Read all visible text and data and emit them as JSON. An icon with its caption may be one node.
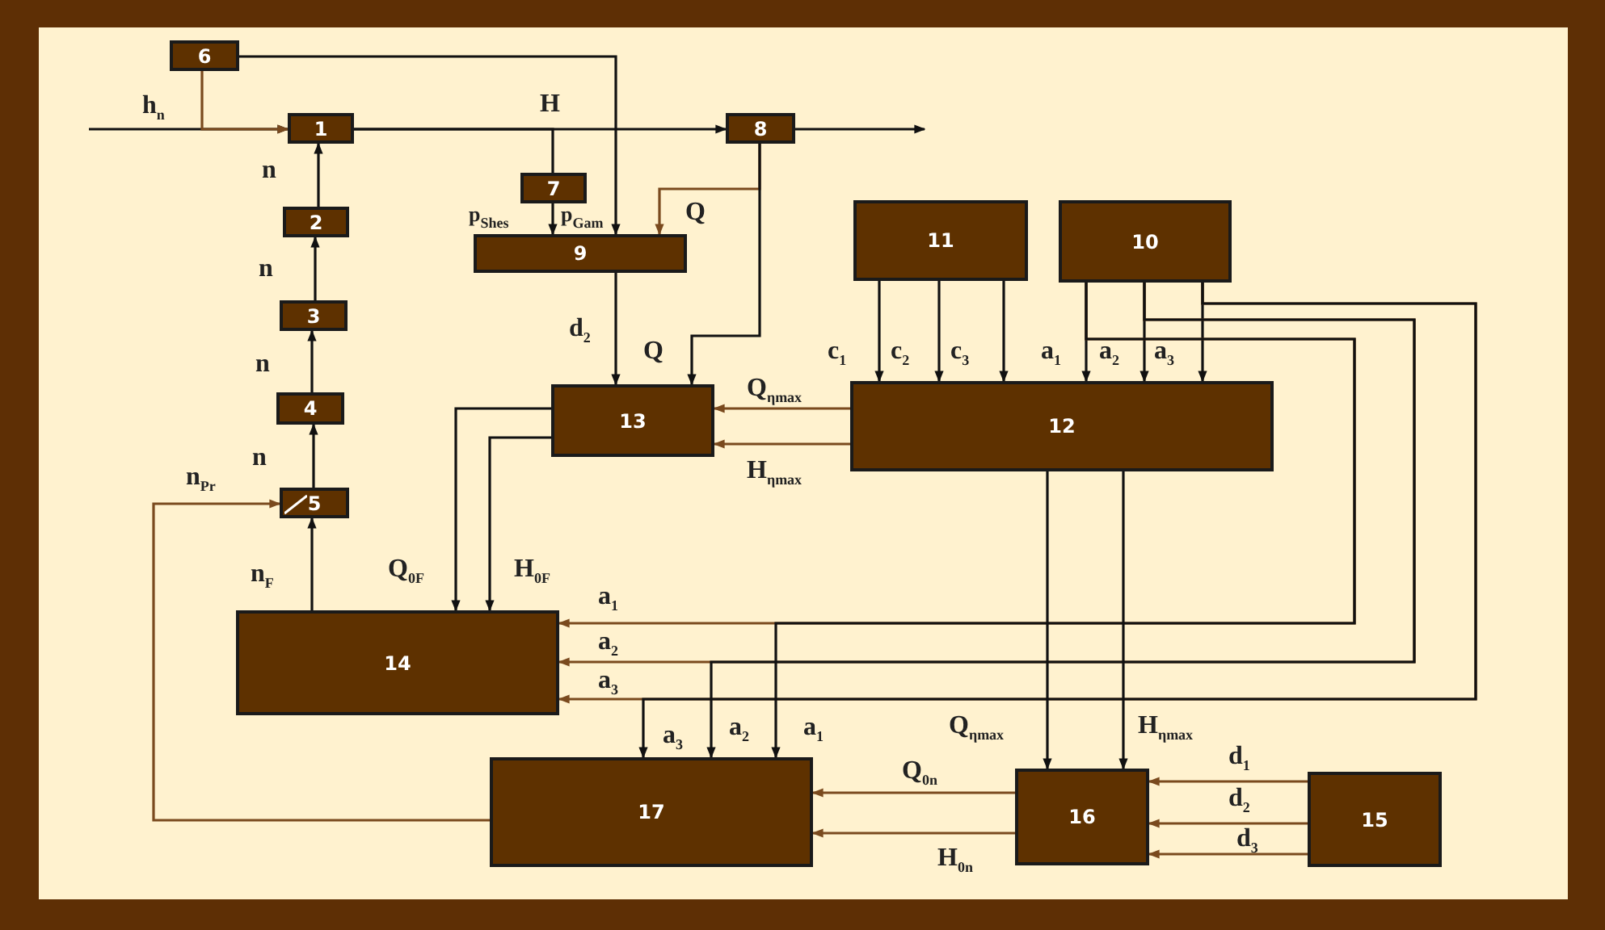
{
  "diagram": {
    "nodes": [
      {
        "text": [
          "6"
        ]
      },
      {
        "text": [
          "1"
        ]
      },
      {
        "text": [
          "8"
        ]
      },
      {
        "text": [
          "7"
        ]
      },
      {
        "text": [
          "9"
        ]
      },
      {
        "text": [
          "2"
        ]
      },
      {
        "text": [
          "11"
        ]
      },
      {
        "text": [
          "10"
        ]
      },
      {
        "text": [
          "3"
        ]
      },
      {
        "text": [
          "13"
        ]
      },
      {
        "text": [
          "12"
        ]
      },
      {
        "text": [
          "4"
        ]
      },
      {
        "text": [
          "5"
        ]
      },
      {
        "text": [
          "14"
        ]
      },
      {
        "text": [
          "17"
        ]
      },
      {
        "text": [
          "16"
        ]
      },
      {
        "text": [
          "15"
        ]
      }
    ],
    "edges": [
      {
        "from": null,
        "to": 1,
        "arrow": "to",
        "label": "h$_{n}$"
      },
      {
        "from": 0,
        "to": 4,
        "arrow": "to"
      },
      {
        "from": 1,
        "to": 2,
        "arrow": "to",
        "label": "H"
      },
      {
        "from": 0,
        "to": 1,
        "arrow": "to",
        "color": "#7a4a1e"
      },
      {
        "from": 1,
        "to": 3,
        "arrow": "none"
      },
      {
        "from": 2,
        "to": null,
        "arrow": "to"
      },
      {
        "from": 3,
        "to": 4,
        "arrow": "to"
      },
      {
        "from": 2,
        "to": 4,
        "arrow": "to",
        "label": "Q",
        "color": "#7a4a1e"
      },
      {
        "from": 2,
        "to": 9,
        "arrow": "to",
        "label": "Q"
      },
      {
        "from": 4,
        "to": 9,
        "arrow": "to",
        "label": "d$_{2}$"
      },
      {
        "from": 6,
        "to": 10,
        "arrow": "to",
        "label": "c$_{1}$"
      },
      {
        "from": 6,
        "to": 10,
        "arrow": "to",
        "label": "c$_{2}$"
      },
      {
        "from": 6,
        "to": 10,
        "arrow": "to",
        "label": "c$_{3}$"
      },
      {
        "from": 7,
        "to": 10,
        "arrow": "to",
        "label": "a$_{1}$"
      },
      {
        "from": 7,
        "to": 10,
        "arrow": "to",
        "label": "a$_{2}$"
      },
      {
        "from": 7,
        "to": 10,
        "arrow": "to",
        "label": "a$_{3}$"
      },
      {
        "from": 10,
        "to": 9,
        "arrow": "to",
        "label": "Q$_{ηmax}$",
        "color": "#7a4a1e"
      },
      {
        "from": 10,
        "to": 9,
        "arrow": "to",
        "label": "H$_{ηmax}$",
        "color": "#7a4a1e"
      },
      {
        "from": 9,
        "to": 13,
        "arrow": "to",
        "label": "Q$_{0F}$"
      },
      {
        "from": 9,
        "to": 13,
        "arrow": "to",
        "label": "H$_{0F}$"
      },
      {
        "from": 7,
        "to": 13,
        "arrow": "to",
        "label": "a$_{1}$",
        "color": "#7a4a1e"
      },
      {
        "from": 7,
        "to": 13,
        "arrow": "to",
        "label": "a$_{2}$",
        "color": "#7a4a1e"
      },
      {
        "from": 7,
        "to": 13,
        "arrow": "to",
        "label": "a$_{3}$",
        "color": "#7a4a1e"
      },
      {
        "from": 7,
        "to": 14,
        "arrow": "to",
        "label": "a$_{3}$"
      },
      {
        "from": 7,
        "to": 14,
        "arrow": "to",
        "label": "a$_{2}$"
      },
      {
        "from": 7,
        "to": 14,
        "arrow": "to",
        "label": "a$_{1}$"
      },
      {
        "from": 10,
        "to": 15,
        "arrow": "to",
        "label": "Q$_{ηmax}$"
      },
      {
        "from": 10,
        "to": 15,
        "arrow": "to",
        "label": "H$_{ηmax}$"
      },
      {
        "from": 15,
        "to": 14,
        "arrow": "to",
        "label": "Q$_{0n}$",
        "color": "#7a4a1e"
      },
      {
        "from": 15,
        "to": 14,
        "arrow": "to",
        "label": "H$_{0n}$",
        "color": "#7a4a1e"
      },
      {
        "from": 16,
        "to": 15,
        "arrow": "to",
        "label": "d$_{1}$",
        "color": "#7a4a1e"
      },
      {
        "from": 16,
        "to": 15,
        "arrow": "to",
        "label": "d$_{2}$",
        "color": "#7a4a1e"
      },
      {
        "from": 16,
        "to": 15,
        "arrow": "to",
        "label": "d$_{3}$",
        "color": "#7a4a1e"
      },
      {
        "from": 14,
        "to": 12,
        "arrow": "to",
        "label": "n$_{Pr}$",
        "color": "#7a4a1e"
      },
      {
        "from": 13,
        "to": 12,
        "arrow": "to",
        "label": "n$_{F}$"
      },
      {
        "from": 12,
        "to": 11,
        "arrow": "to",
        "label": "n"
      },
      {
        "from": 11,
        "to": 8,
        "arrow": "to",
        "label": "n"
      },
      {
        "from": 8,
        "to": 5,
        "arrow": "to",
        "label": "n"
      },
      {
        "from": 5,
        "to": 1,
        "arrow": "to",
        "label": "n"
      }
    ],
    "labels": [
      "p$_{Shes}$",
      "p$_{Gam}$"
    ]
  }
}
